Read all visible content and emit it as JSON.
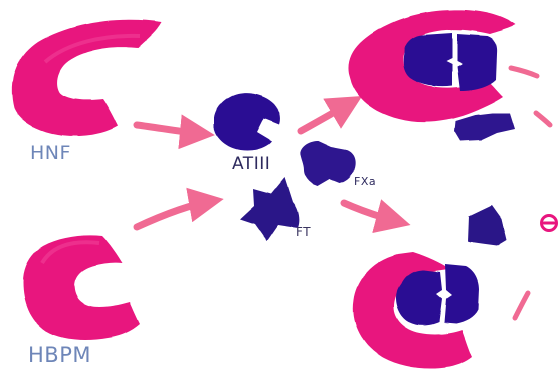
{
  "labels": {
    "hnf": "HNF",
    "hbpm": "HBPM",
    "at3": "ATIII",
    "fxa": "FXa",
    "ft": "FT"
  },
  "colors": {
    "heparin_pink": "#e8157e",
    "heparin_light": "#f04a98",
    "arrow_pink": "#f06a93",
    "antithrombin_purple": "#2a0f93",
    "factor_purple": "#2d168f",
    "label_blue": "#6e86b8",
    "label_dark": "#2e2a5e"
  },
  "icons": {
    "inhibition_mark": "circle-minus"
  }
}
